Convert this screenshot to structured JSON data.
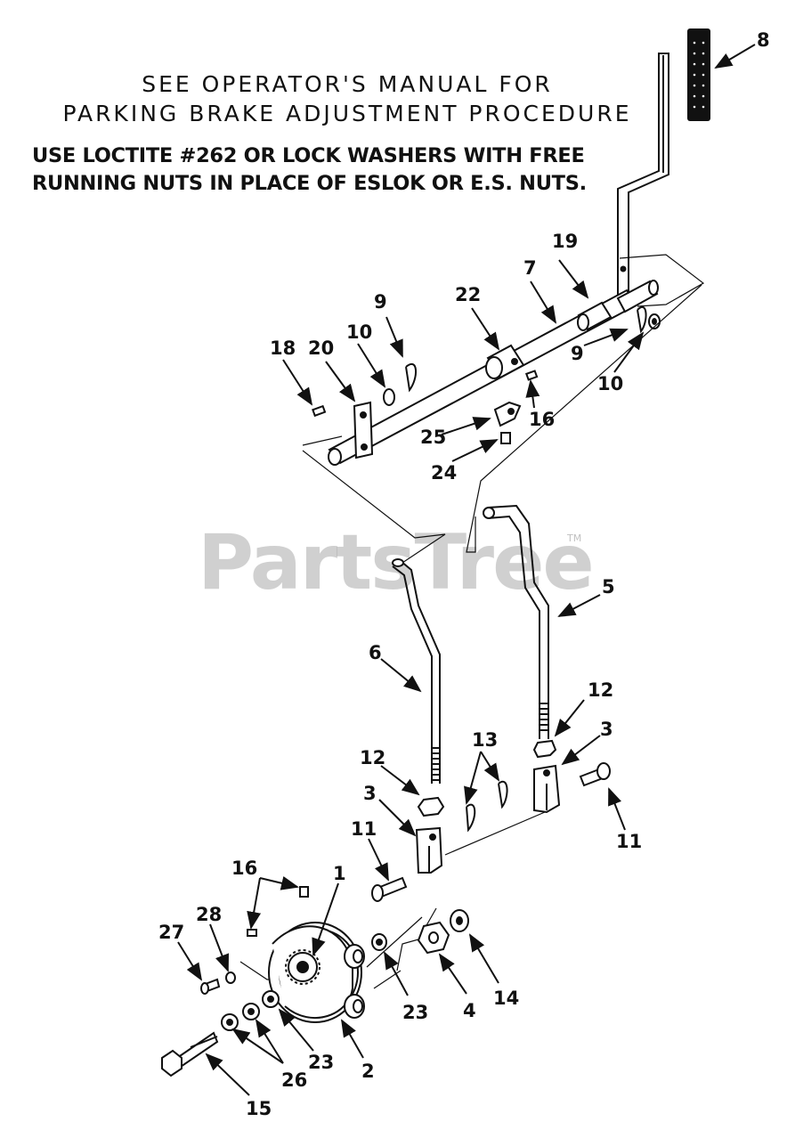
{
  "notes": {
    "line1": "SEE OPERATOR'S MANUAL FOR",
    "line2": "PARKING BRAKE ADJUSTMENT PROCEDURE",
    "line3": "USE LOCTITE #262 OR LOCK WASHERS WITH FREE",
    "line4": "RUNNING NUTS IN PLACE OF ESLOK OR E.S. NUTS."
  },
  "watermark": {
    "text": "PartsTree",
    "tm": "TM"
  },
  "callouts": {
    "c1": "1",
    "c2": "2",
    "c3a": "3",
    "c3b": "3",
    "c4": "4",
    "c5": "5",
    "c6": "6",
    "c7": "7",
    "c8": "8",
    "c9a": "9",
    "c9b": "9",
    "c10a": "10",
    "c10b": "10",
    "c11a": "11",
    "c11b": "11",
    "c12a": "12",
    "c12b": "12",
    "c13": "13",
    "c14": "14",
    "c15": "15",
    "c16a": "16",
    "c16b": "16",
    "c18": "18",
    "c19": "19",
    "c20": "20",
    "c22": "22",
    "c23a": "23",
    "c23b": "23",
    "c24": "24",
    "c25": "25",
    "c26": "26",
    "c27": "27",
    "c28": "28"
  }
}
